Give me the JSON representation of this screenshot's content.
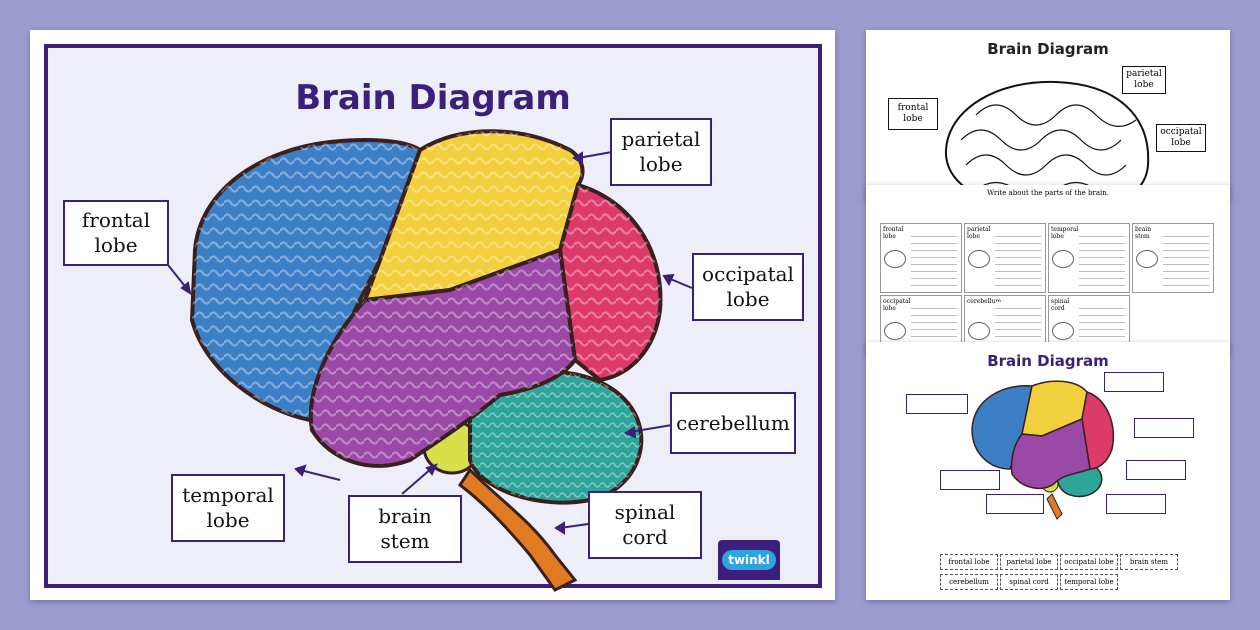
{
  "main_sheet": {
    "title": "Brain Diagram",
    "labels": {
      "frontal": [
        "frontal",
        "lobe"
      ],
      "parietal": [
        "parietal",
        "lobe"
      ],
      "occipital": [
        "occipatal",
        "lobe"
      ],
      "cerebellum": "cerebellum",
      "temporal": [
        "temporal",
        "lobe"
      ],
      "brain_stem": [
        "brain",
        "stem"
      ],
      "spinal_cord": [
        "spinal",
        "cord"
      ]
    },
    "brand": "twinkl"
  },
  "sheet_a": {
    "title": "Brain Diagram",
    "labels": {
      "frontal": [
        "frontal",
        "lobe"
      ],
      "parietal": [
        "parietal",
        "lobe"
      ],
      "occipital": [
        "occipatal",
        "lobe"
      ]
    }
  },
  "sheet_b": {
    "instruction": "Write about the parts of the brain.",
    "cells": [
      [
        "frontal",
        "lobe"
      ],
      [
        "parietal",
        "lobe"
      ],
      [
        "temporal",
        "lobe"
      ],
      [
        "brain",
        "stem"
      ],
      [
        "occipatal",
        "lobe"
      ],
      [
        "cerebellum",
        ""
      ],
      [
        "spinal",
        "cord"
      ]
    ]
  },
  "sheet_c": {
    "title": "Brain Diagram",
    "word_bank": [
      "frontal lobe",
      "parietal lobe",
      "occipatal lobe",
      "brain stem",
      "cerebellum",
      "spinal cord",
      "temporal lobe"
    ]
  },
  "colors": {
    "frontal": "#3d7fc4",
    "parietal": "#f2cf3c",
    "occipital": "#dc3a6a",
    "temporal": "#9a4aa6",
    "cerebellum": "#2fa59a",
    "brain_stem": "#d6e04a",
    "spinal_cord": "#e07b22",
    "accent": "#3b1f7a",
    "background": "#9d9ccf"
  }
}
